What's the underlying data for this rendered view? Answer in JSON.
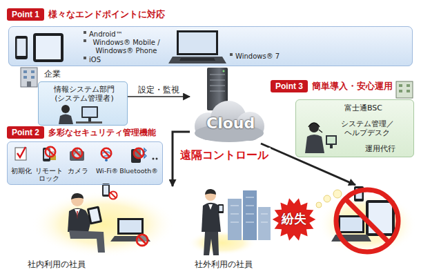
{
  "diagram": {
    "nodes": [
      {
        "text": [
          "Point 1",
          "様々なエンドポイントに対応"
        ]
      },
      {
        "text": [
          "Android™",
          "Windows® Mobile / Windows® Phone",
          "iOS",
          "Windows® 7"
        ]
      },
      {
        "text": [
          "企業",
          "情報システム部門 (システム管理者)"
        ]
      },
      {
        "text": [
          "Cloud"
        ]
      },
      {
        "text": [
          "Point 3",
          "簡単導入・安心運用"
        ]
      },
      {
        "text": [
          "富士通BSC",
          "システム管理／ヘルプデスク",
          "運用代行"
        ]
      },
      {
        "text": [
          "Point 2",
          "多彩なセキュリティ管理機能"
        ]
      },
      {
        "text": [
          "初期化",
          "リモート ロック",
          "カメラ",
          "Wi-Fi®",
          "Bluetooth®"
        ]
      },
      {
        "text": [
          "社内利用の社員"
        ]
      },
      {
        "text": [
          "社外利用の社員"
        ]
      },
      {
        "text": [
          "紛失"
        ]
      }
    ],
    "edges": [
      {
        "from": 2,
        "to": 3,
        "label": "設定・監視",
        "arrow": "to"
      },
      {
        "from": 3,
        "to": 8,
        "arrow": "to"
      },
      {
        "from": 3,
        "to": 10,
        "arrow": "to"
      }
    ],
    "labels": [
      "遠隔コントロール"
    ]
  }
}
